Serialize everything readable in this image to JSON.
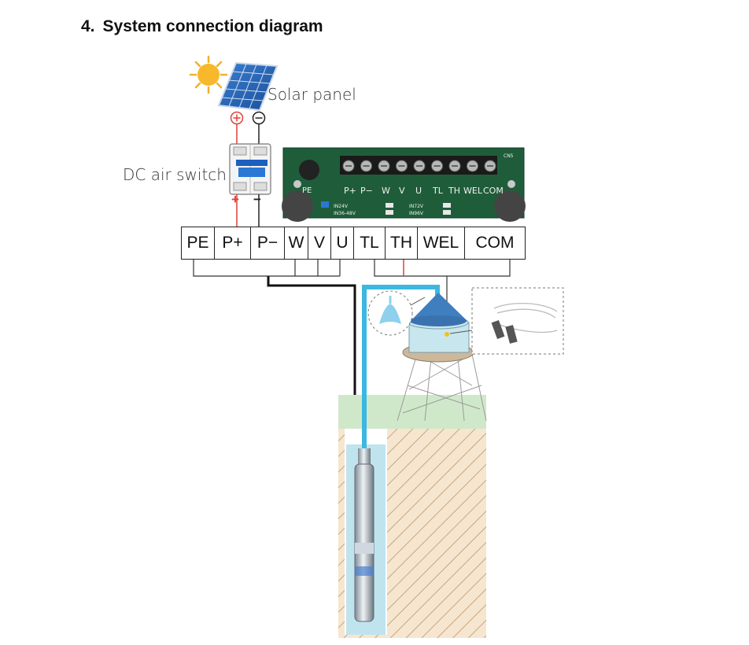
{
  "heading": {
    "number": "4.",
    "title": "System connection diagram"
  },
  "labels": {
    "solar_panel": "Solar panel",
    "dc_switch": "DC air switch"
  },
  "polarity": {
    "plus_circle": "⊕",
    "minus_circle": "⊖",
    "plus": "+",
    "minus": "−"
  },
  "terminals": [
    "PE",
    "P+",
    "P−",
    "W",
    "V",
    "U",
    "TL",
    "TH",
    "WEL",
    "COM"
  ],
  "board": {
    "labels": [
      "PE",
      "P+",
      "P−",
      "W",
      "V",
      "U",
      "TL",
      "TH",
      "WEL",
      "COM"
    ],
    "specs": [
      "IN24V",
      "IN36-48V",
      "IN72V",
      "IN96V"
    ],
    "corner": "CN5"
  },
  "colors": {
    "pipe": "#3cb8e0",
    "positive": "#e0413b",
    "cable": "#111111",
    "ground": "#cfe8c9",
    "soil": "#f4e3cc",
    "water": "#bfe4ee",
    "tank_roof": "#3f7fc0",
    "board": "#1f5d3a"
  }
}
